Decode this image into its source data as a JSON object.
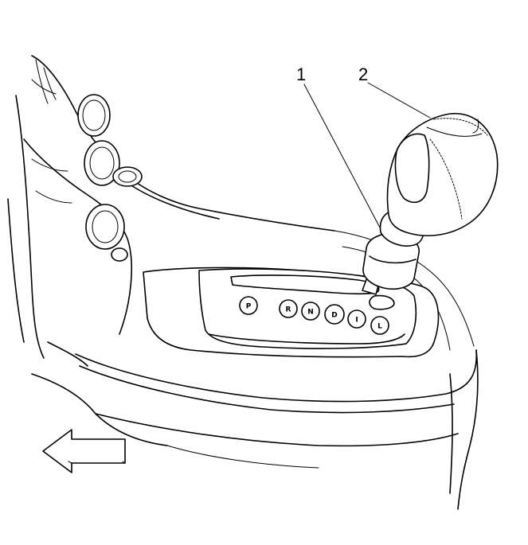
{
  "diagram": {
    "callouts": [
      {
        "id": "1",
        "label": "1"
      },
      {
        "id": "2",
        "label": "2"
      }
    ],
    "gear_positions": [
      "P",
      "R",
      "N",
      "D",
      "I",
      "L"
    ],
    "direction_arrow": "left-arrow-icon"
  },
  "colors": {
    "line": "#000000",
    "background": "#ffffff"
  }
}
